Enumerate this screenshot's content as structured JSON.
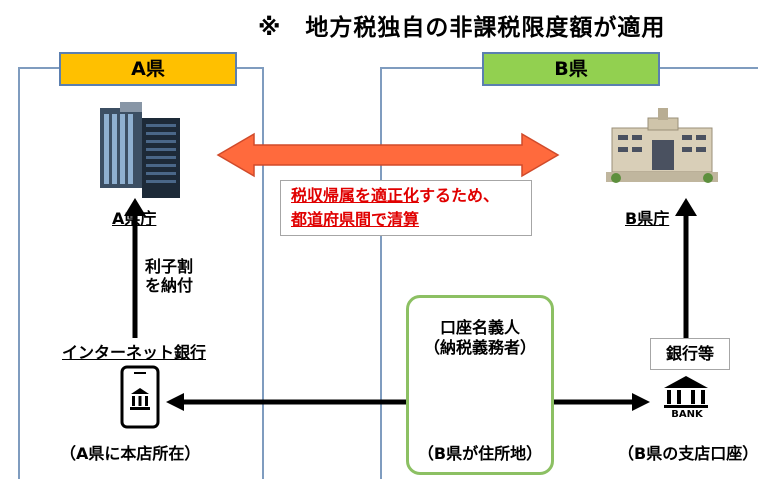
{
  "note": "※　地方税独自の非課税限度額が適用",
  "prefA": {
    "tab": "A県",
    "office_label": "A県庁",
    "payment_label_line1": "利子割",
    "payment_label_line2": "を納付",
    "bank_label": "インターネット銀行",
    "bank_caption": "（A県に本店所在）"
  },
  "prefB": {
    "tab": "B県",
    "office_label": "B県庁",
    "bank_label": "銀行等",
    "bank_caption": "（B県の支店口座）",
    "bank_icon_text": "BANK"
  },
  "settlement": {
    "line1_underlined": "税収帰属を適正化",
    "line1_rest": "するため、",
    "line2": "都道府県間で清算"
  },
  "payer": {
    "line1": "口座名義人",
    "line2": "（納税義務者）",
    "caption": "（B県が住所地）"
  },
  "colors": {
    "tabA": "#ffc000",
    "tabB": "#92d050",
    "arrowFill": "#ff6a3d",
    "arrowStroke": "#d04a2a",
    "settlementText": "#e00000",
    "payerBorder": "#8cc063",
    "regionBorder": "#7f9cbf"
  },
  "icons": [
    "building-a-icon",
    "building-b-icon",
    "smartphone-bank-icon",
    "smartphone-icon",
    "person-icon",
    "bank-icon"
  ]
}
